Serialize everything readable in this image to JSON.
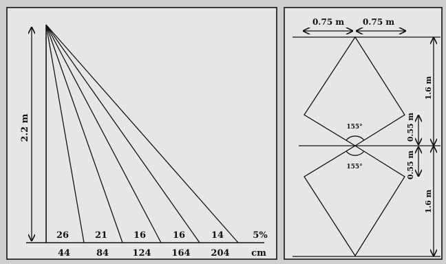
{
  "left_panel": {
    "height_label": "2.2 m",
    "percent_values": [
      "26",
      "21",
      "16",
      "16",
      "14"
    ],
    "percent_unit": "5%",
    "distance_values": [
      "44",
      "84",
      "124",
      "164",
      "204"
    ],
    "distance_unit": "cm"
  },
  "right_panel": {
    "half_width_left": "0.75 m",
    "half_width_right": "0.75 m",
    "upper_length": "1.6 m",
    "upper_gap": "0.55 m",
    "lower_gap": "0.55 m",
    "lower_length": "1.6 m",
    "upper_angle": "155°",
    "lower_angle": "155°"
  }
}
